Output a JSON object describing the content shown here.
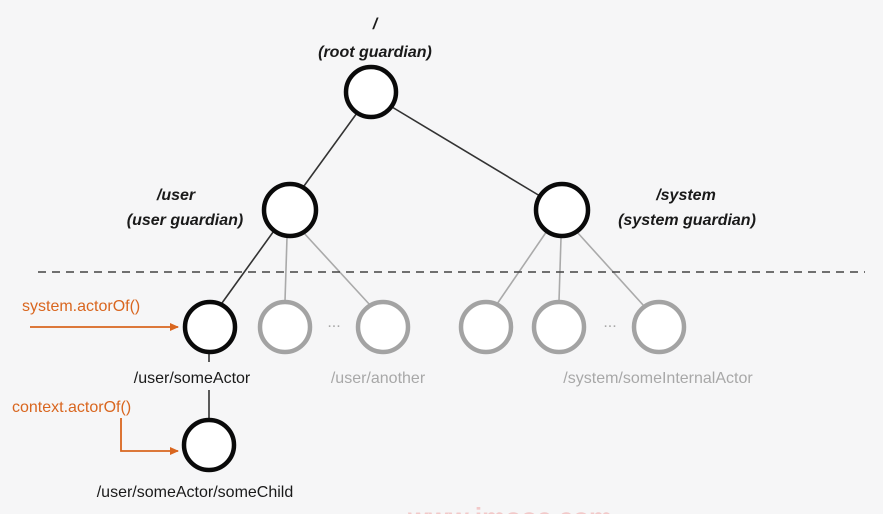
{
  "root": {
    "path": "/",
    "role": "(root guardian)"
  },
  "user_guardian": {
    "path": "/user",
    "role": "(user guardian)"
  },
  "system_guardian": {
    "path": "/system",
    "role": "(system guardian)"
  },
  "children": {
    "some_actor": "/user/someActor",
    "another": "/user/another",
    "some_child": "/user/someActor/someChild",
    "system_internal": "/system/someInternalActor",
    "ellipsis_user": "...",
    "ellipsis_system": "..."
  },
  "calls": {
    "system_actor_of": "system.actorOf()",
    "context_actor_of": "context.actorOf()"
  },
  "watermark": "www.imooc.com",
  "colors": {
    "accent": "#d9661f",
    "inactive": "#a3a3a3",
    "node_stroke": "#0a0a0a"
  }
}
